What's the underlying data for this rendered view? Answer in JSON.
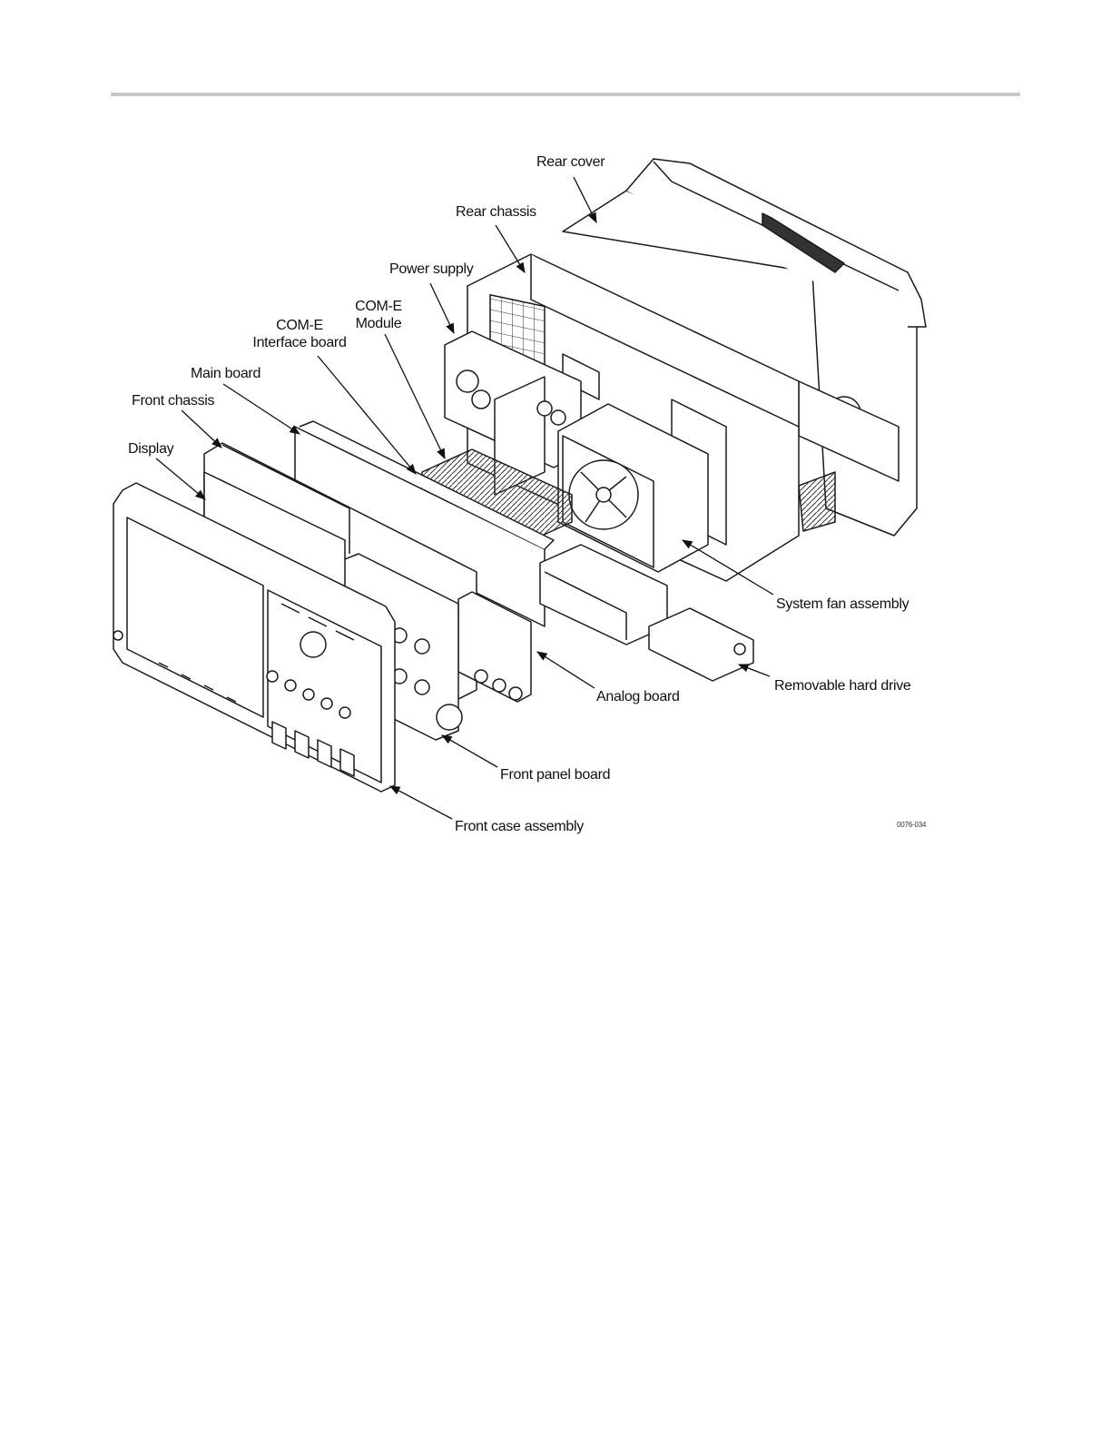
{
  "labels": {
    "rear_cover": "Rear cover",
    "rear_chassis": "Rear chassis",
    "power_supply": "Power supply",
    "come_module_1": "COM-E",
    "come_module_2": "Module",
    "come_interface_1": "COM-E",
    "come_interface_2": "Interface board",
    "main_board": "Main board",
    "front_chassis": "Front chassis",
    "display": "Display",
    "system_fan": "System fan assembly",
    "hard_drive": "Removable hard drive",
    "analog_board": "Analog board",
    "front_panel_board": "Front panel board",
    "front_case": "Front case assembly"
  },
  "figure_id": "0076-034"
}
